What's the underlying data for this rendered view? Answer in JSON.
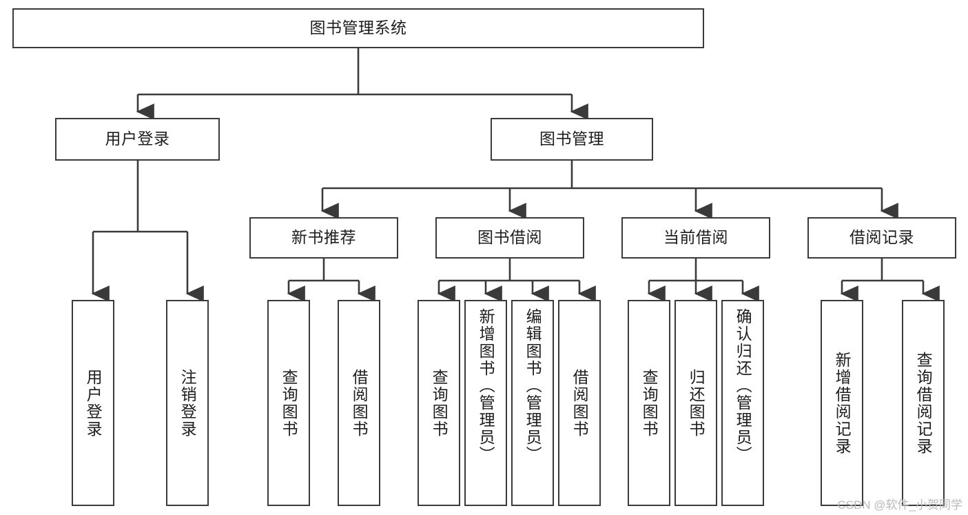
{
  "diagram": {
    "title": "图书管理系统",
    "type": "tree-hierarchy",
    "root": {
      "id": "root",
      "label": "图书管理系统"
    },
    "level2": [
      {
        "id": "user-login",
        "label": "用户登录"
      },
      {
        "id": "book-management",
        "label": "图书管理"
      }
    ],
    "level3": [
      {
        "id": "new-book-recommend",
        "label": "新书推荐",
        "parent": "book-management"
      },
      {
        "id": "book-borrow",
        "label": "图书借阅",
        "parent": "book-management"
      },
      {
        "id": "current-borrow",
        "label": "当前借阅",
        "parent": "book-management"
      },
      {
        "id": "borrow-record",
        "label": "借阅记录",
        "parent": "book-management"
      }
    ],
    "leaves": [
      {
        "id": "leaf-user-login",
        "label": "用户登录",
        "parent": "user-login"
      },
      {
        "id": "leaf-logout-login",
        "label": "注销登录",
        "parent": "user-login"
      },
      {
        "id": "leaf-query-book-1",
        "label": "查询图书",
        "parent": "new-book-recommend"
      },
      {
        "id": "leaf-borrow-book-1",
        "label": "借阅图书",
        "parent": "new-book-recommend"
      },
      {
        "id": "leaf-query-book-2",
        "label": "查询图书",
        "parent": "book-borrow"
      },
      {
        "id": "leaf-add-book",
        "label": "新增图书（管理员）",
        "parent": "book-borrow"
      },
      {
        "id": "leaf-edit-book",
        "label": "编辑图书（管理员）",
        "parent": "book-borrow"
      },
      {
        "id": "leaf-borrow-book-2",
        "label": "借阅图书",
        "parent": "book-borrow"
      },
      {
        "id": "leaf-query-book-3",
        "label": "查询图书",
        "parent": "current-borrow"
      },
      {
        "id": "leaf-return-book",
        "label": "归还图书",
        "parent": "current-borrow"
      },
      {
        "id": "leaf-confirm-return",
        "label": "确认归还（管理员）",
        "parent": "current-borrow"
      },
      {
        "id": "leaf-add-record",
        "label": "新增借阅记录",
        "parent": "borrow-record"
      },
      {
        "id": "leaf-query-record",
        "label": "查询借阅记录",
        "parent": "borrow-record"
      }
    ],
    "colors": {
      "stroke": "#3a3a3a",
      "text": "#1d1d1d",
      "background": "#ffffff",
      "watermark": "#b9b9b9"
    }
  },
  "watermark": {
    "text": "CSDN @软件_小贺同学"
  }
}
